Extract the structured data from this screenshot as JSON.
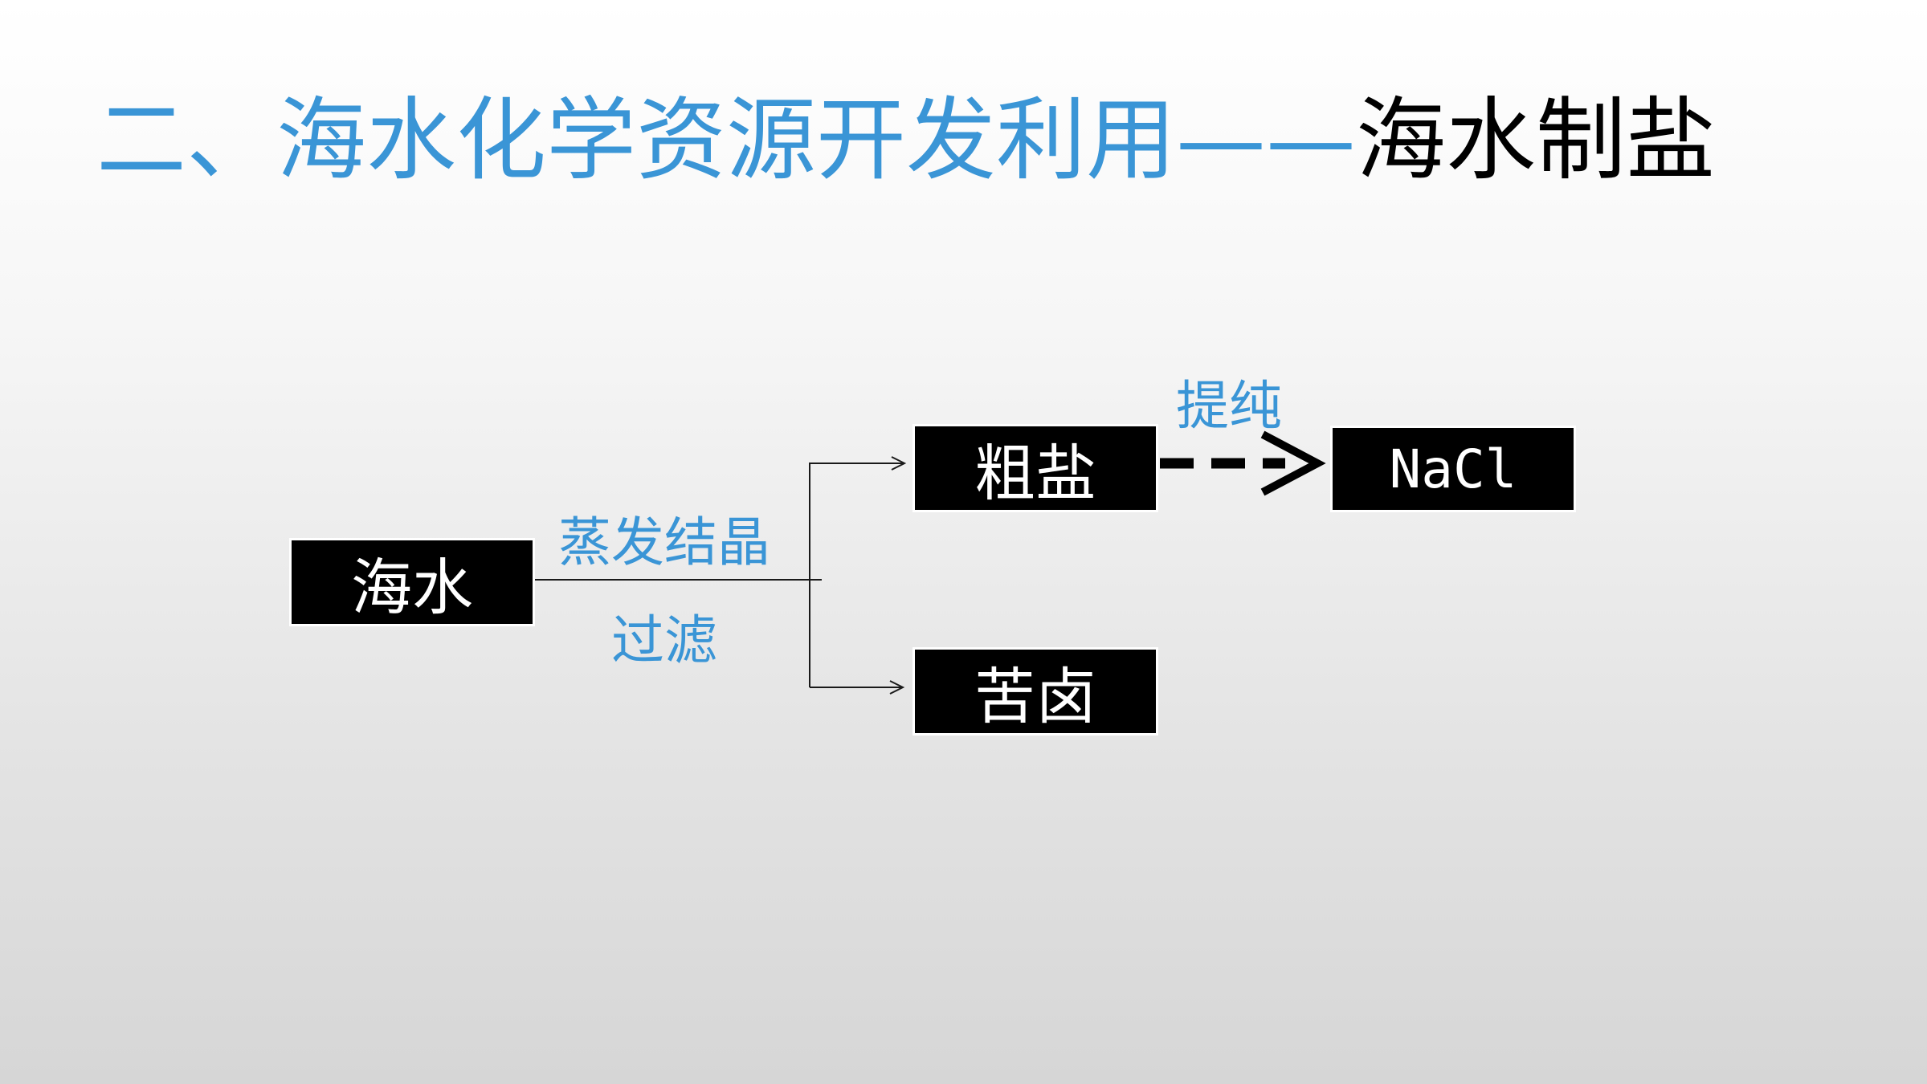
{
  "title": {
    "main": "二、海水化学资源开发利用——",
    "sub": "海水制盐"
  },
  "diagram": {
    "nodes": {
      "seawater": "海水",
      "crude_salt": "粗盐",
      "nacl": "NaCl",
      "bittern": "苦卤"
    },
    "edges": {
      "evaporation": "蒸发结晶",
      "filtration": "过滤",
      "purification": "提纯"
    }
  },
  "colors": {
    "accent": "#3a95d6",
    "box_fill": "#000000",
    "box_text": "#ffffff"
  }
}
